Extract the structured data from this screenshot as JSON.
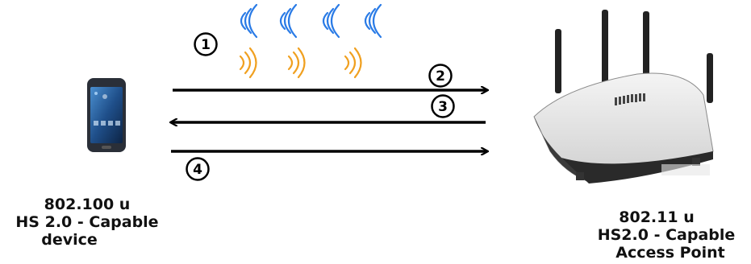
{
  "diagram": {
    "steps": [
      "1",
      "2",
      "3",
      "4"
    ],
    "device": {
      "icon": "smartphone-icon",
      "caption_lines": [
        "802.100 u",
        "HS 2.0 - Capable",
        "device"
      ]
    },
    "access_point": {
      "icon": "router-icon",
      "caption_lines": [
        "802.11 u",
        "HS2.0 - Capable",
        "Access Point"
      ]
    },
    "signal_colors": {
      "blue": "#2a7be6",
      "orange": "#f0a020"
    }
  }
}
